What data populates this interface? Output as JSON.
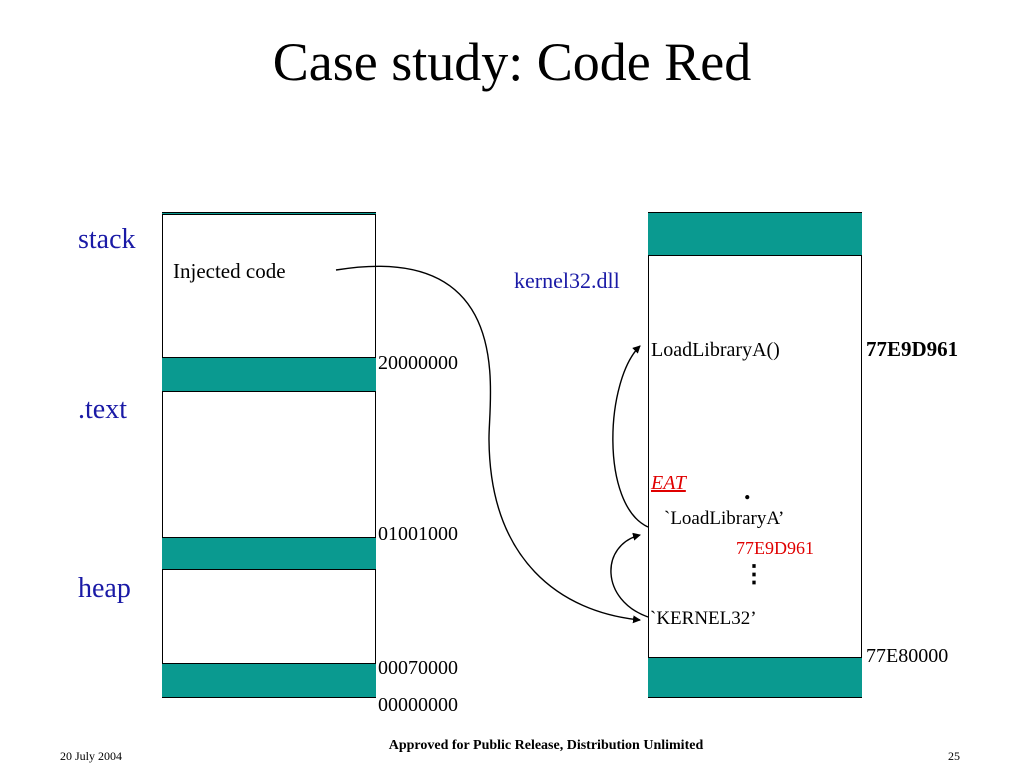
{
  "title": "Case study: Code Red",
  "left_memory": {
    "regions": [
      "stack",
      ".text",
      "heap"
    ],
    "injected": "Injected code",
    "addresses": [
      "20000000",
      "01001000",
      "00070000",
      "00000000"
    ]
  },
  "right_memory": {
    "module": "kernel32.dll",
    "func": "LoadLibraryA()",
    "func_addr": "77E9D961",
    "eat": "EAT",
    "dot": ".",
    "vdots": "⋮",
    "eat_name": "`LoadLibraryA’",
    "eat_value": "77E9D961",
    "header_name": "`KERNEL32’",
    "base_addr": "77E80000"
  },
  "footer": {
    "date": "20 July 2004",
    "release": "Approved for Public Release, Distribution Unlimited",
    "page": "25"
  },
  "colors": {
    "band": "#0a9a90",
    "blue_label": "#1a1aa6",
    "red": "#e00000"
  }
}
